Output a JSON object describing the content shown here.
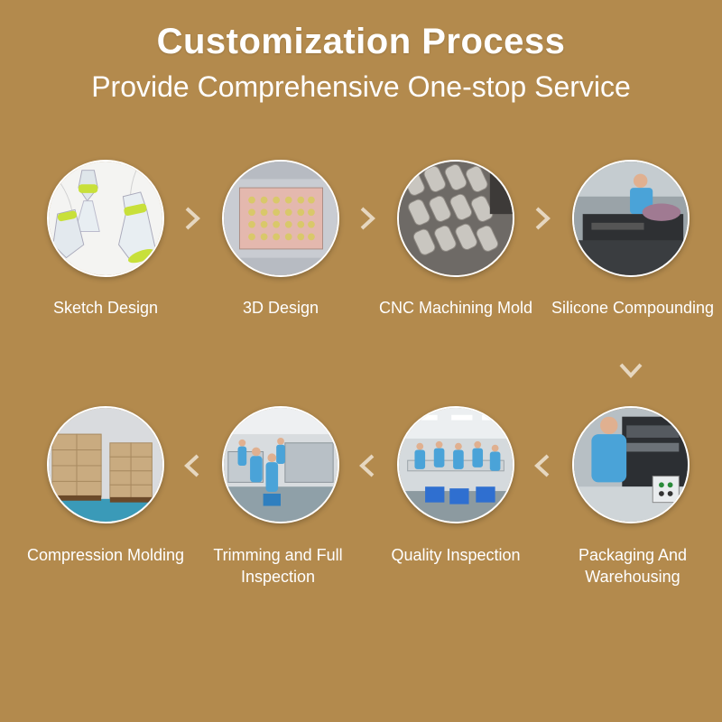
{
  "header": {
    "title": "Customization Process",
    "subtitle": "Provide Comprehensive One-stop Service"
  },
  "colors": {
    "background": "#b38a4d",
    "text": "#ffffff",
    "arrow": "#e6d7c0",
    "accent_green": "#c8e03a",
    "worker_blue": "#4aa3d8"
  },
  "steps": [
    {
      "label": "Sketch Design",
      "icon": "bottle-sketch-icon"
    },
    {
      "label": "3D Design",
      "icon": "mold-3d-icon"
    },
    {
      "label": "CNC Machining Mold",
      "icon": "cnc-mold-icon"
    },
    {
      "label": "Silicone Compounding",
      "icon": "compounding-machine-icon"
    },
    {
      "label": "Compression Molding",
      "icon": "press-machine-icon"
    },
    {
      "label": "Trimming and Full Inspection",
      "icon": "workshop-icon"
    },
    {
      "label": "Quality Inspection",
      "icon": "inspection-line-icon"
    },
    {
      "label": "Packaging And Warehousing",
      "icon": "warehouse-boxes-icon"
    }
  ]
}
